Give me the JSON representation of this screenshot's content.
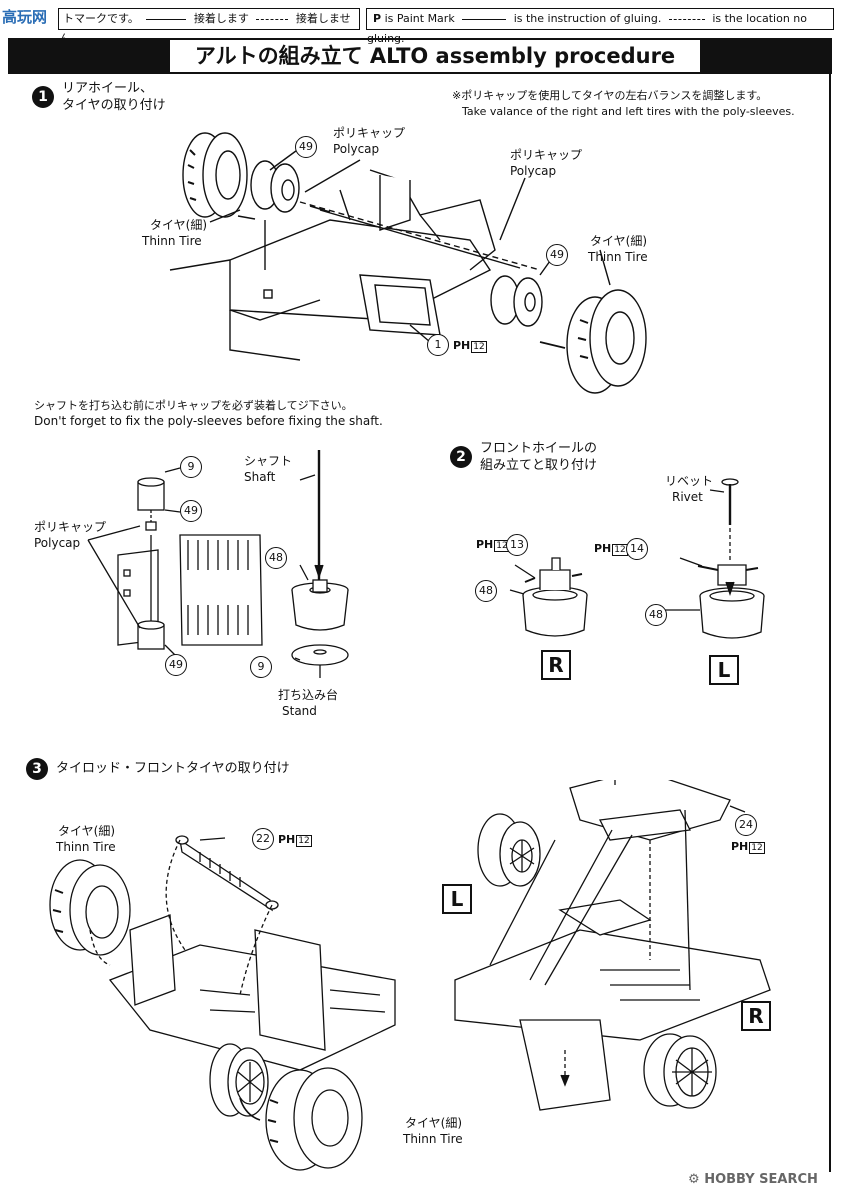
{
  "legend": {
    "jp_suffix": "トマークです。",
    "jp_glue": "接着します",
    "jp_noglue": "接着しません",
    "en_paint": "is Paint Mark",
    "en_glue": "is the instruction of gluing.",
    "en_noglue": "is the location no gluing.",
    "p_mark": "P",
    "watermark_corner": "高玩网"
  },
  "header": {
    "title": "アルトの組み立て ALTO assembly procedure"
  },
  "step1": {
    "number": "1",
    "title_l1": "リアホイール、",
    "title_l2": "タイヤの取り付け",
    "note_jp": "※ポリキャップを使用してタイヤの左右バランスを調整します。",
    "note_en": "Take valance of the right and left tires with the poly-sleeves.",
    "polycap_jp": "ポリキャップ",
    "polycap_en": "Polycap",
    "tire_jp": "タイヤ(細)",
    "tire_en": "Thinn Tire",
    "part49": "49",
    "part1": "1",
    "ph": "PH",
    "ph_num": "12",
    "shaft_note_jp": "シャフトを打ち込む前にポリキャップを必ず装着してジ下さい。",
    "shaft_note_en": "Don't forget to fix the poly-sleeves before fixing the shaft.",
    "part9": "9",
    "part48": "48",
    "shaft_jp": "シャフト",
    "shaft_en": "Shaft",
    "stand_jp": "打ち込み台",
    "stand_en": "Stand"
  },
  "step2": {
    "number": "2",
    "title_l1": "フロントホイールの",
    "title_l2": "組み立てと取り付け",
    "rivet_jp": "リベット",
    "rivet_en": "Rivet",
    "part13": "13",
    "part14": "14",
    "part48": "48",
    "side_r": "R",
    "side_l": "L"
  },
  "step3": {
    "number": "3",
    "title": "タイロッド・フロントタイヤの取り付け",
    "tire_jp": "タイヤ(細)",
    "tire_en": "Thinn Tire",
    "part22": "22",
    "part24": "24",
    "side_l": "L",
    "side_r": "R"
  },
  "footer": {
    "brand": "HOBBY SEARCH"
  }
}
